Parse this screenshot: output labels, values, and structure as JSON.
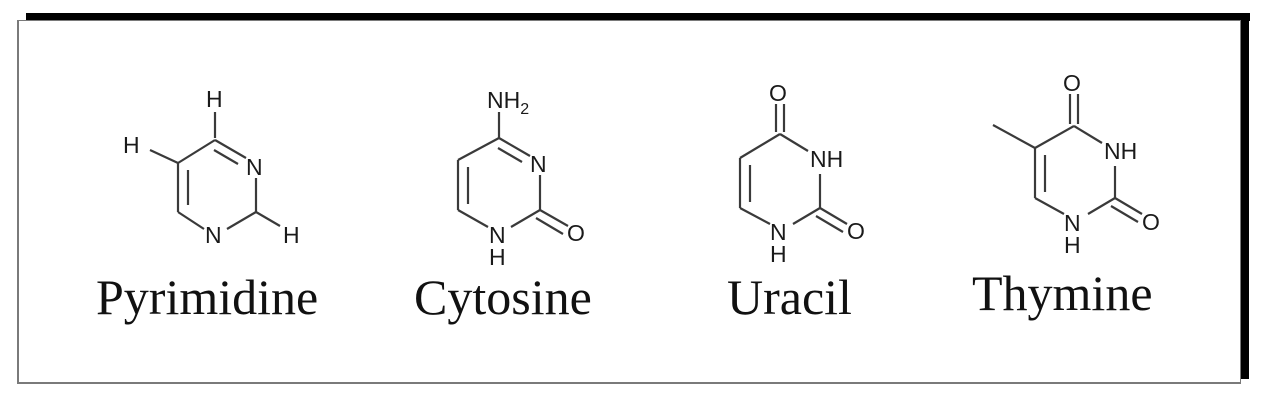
{
  "figure": {
    "molecules": [
      {
        "name": "Pyrimidine",
        "atoms": [
          "H",
          "H",
          "N",
          "N",
          "H"
        ]
      },
      {
        "name": "Cytosine",
        "atoms": [
          "NH2",
          "N",
          "O",
          "N",
          "H"
        ]
      },
      {
        "name": "Uracil",
        "atoms": [
          "O",
          "NH",
          "O",
          "N",
          "H"
        ]
      },
      {
        "name": "Thymine",
        "atoms": [
          "O",
          "NH",
          "O",
          "N",
          "H"
        ]
      }
    ],
    "atom_labels": {
      "H": "H",
      "N": "N",
      "O": "O",
      "NH": "NH",
      "NH_main": "NH",
      "sub2": "2"
    }
  }
}
